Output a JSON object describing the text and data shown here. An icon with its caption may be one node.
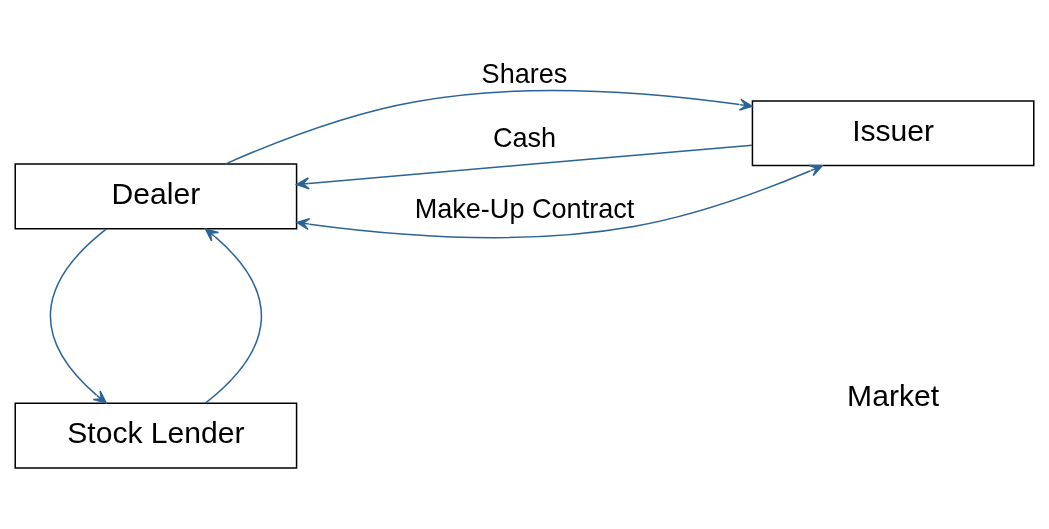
{
  "diagram": {
    "nodes": [
      {
        "text": [
          "Stock Lender"
        ]
      },
      {
        "text": [
          "Issuer"
        ]
      },
      {
        "text": [
          "Dealer"
        ]
      }
    ],
    "edges": [
      {
        "from": 0,
        "to": 2,
        "arrow": "to"
      },
      {
        "from": 2,
        "to": 0,
        "arrow": "to"
      },
      {
        "from": 2,
        "to": 1,
        "arrow": "to",
        "label": "Shares"
      },
      {
        "from": 1,
        "to": 2,
        "arrow": "to",
        "label": "Cash"
      },
      {
        "from": 1,
        "to": 2,
        "arrow": "both",
        "label": "Make-Up Contract"
      }
    ],
    "labels": [
      "Market"
    ]
  }
}
